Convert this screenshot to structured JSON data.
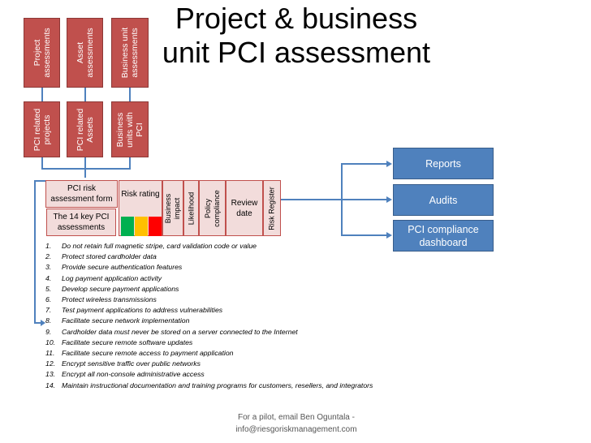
{
  "title": "Project & business unit PCI assessment",
  "top_boxes": [
    {
      "label": "Project assessments"
    },
    {
      "label": "Asset assessments"
    },
    {
      "label": "Business unit assessments"
    }
  ],
  "second_boxes": [
    {
      "label": "PCI related projects"
    },
    {
      "label": "PCI related Assets"
    },
    {
      "label": "Business units with PCI"
    }
  ],
  "form_row": {
    "pci_risk_form": "PCI risk assessment form",
    "key_assessments": "The 14 key PCI assessments",
    "risk_rating": "Risk rating",
    "business_impact": "Business impact",
    "likelihood": "Likelihood",
    "policy_compliance": "Policy compliance",
    "review_date": "Review date",
    "risk_register": "Risk Register"
  },
  "rating_colors": [
    "#00b050",
    "#ffc000",
    "#ff0000"
  ],
  "outputs": [
    {
      "label": "Reports"
    },
    {
      "label": "Audits"
    },
    {
      "label": "PCI compliance dashboard"
    }
  ],
  "requirements": [
    {
      "num": "1.",
      "text": "Do not retain full magnetic stripe, card validation code or value"
    },
    {
      "num": "2.",
      "text": "Protect stored cardholder data"
    },
    {
      "num": "3.",
      "text": "Provide secure authentication features"
    },
    {
      "num": "4.",
      "text": "Log payment application activity"
    },
    {
      "num": "5.",
      "text": "Develop secure payment applications"
    },
    {
      "num": "6.",
      "text": "Protect wireless transmissions"
    },
    {
      "num": "7.",
      "text": "Test payment applications to address vulnerabilities"
    },
    {
      "num": "8.",
      "text": "Facilitate secure network implementation"
    },
    {
      "num": "9.",
      "text": "Cardholder data must never be stored on a server connected to the Internet"
    },
    {
      "num": "10.",
      "text": "Facilitate secure remote software updates"
    },
    {
      "num": "11.",
      "text": "Facilitate secure remote access to payment application"
    },
    {
      "num": "12.",
      "text": "Encrypt sensitive traffic over public networks"
    },
    {
      "num": "13.",
      "text": "Encrypt all non-console administrative access"
    },
    {
      "num": "14.",
      "text": "Maintain instructional documentation and training programs for customers, resellers, and integrators"
    }
  ],
  "footer": "For a pilot, email Ben Oguntala - info@riesgoriskmanagement.com"
}
